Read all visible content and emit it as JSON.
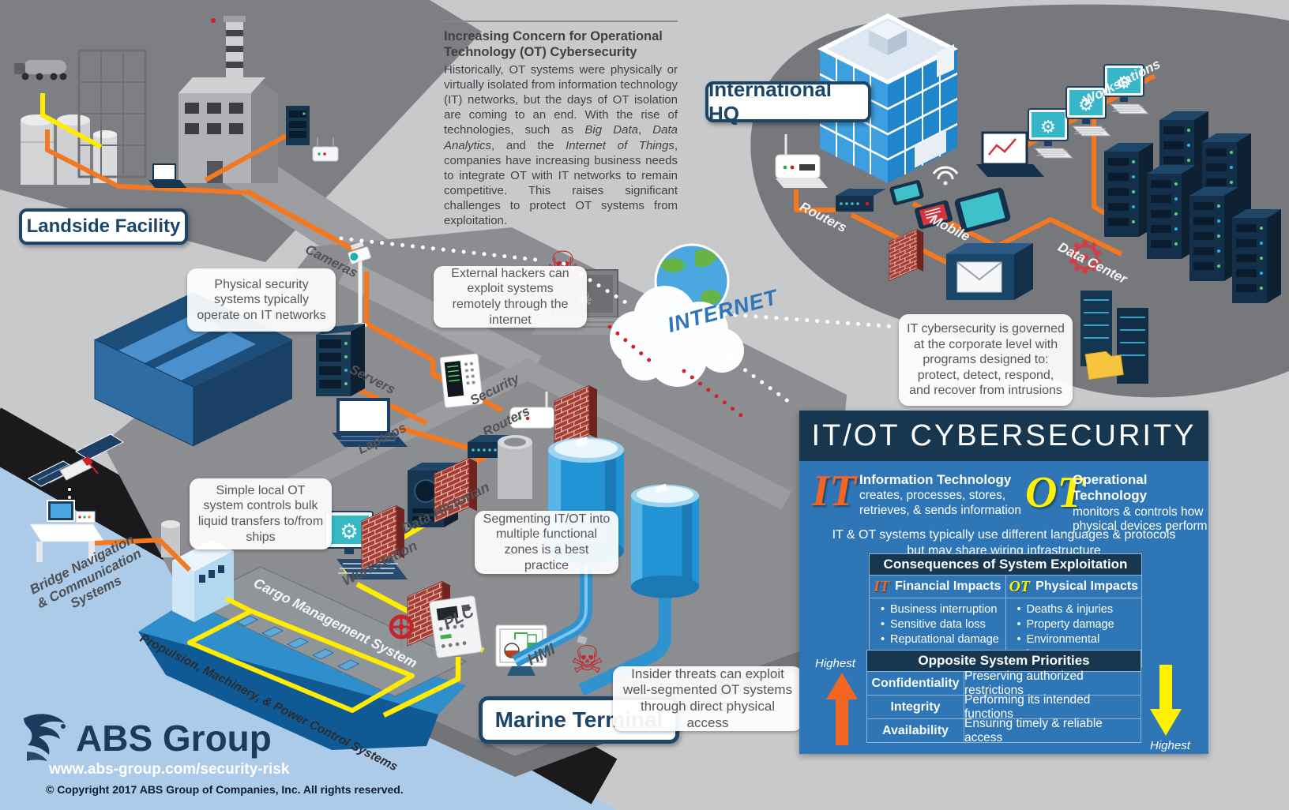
{
  "regions": {
    "landside_label": "Landside Facility",
    "hq_label": "International HQ",
    "marine_label": "Marine Terminal"
  },
  "intro": {
    "title": "Increasing Concern for Operational Technology (OT) Cybersecurity",
    "body_1": "Historically, OT systems were physically or virtually isolated from information technology (IT) networks, but the days of OT isolation are coming to an end.  With the rise of technologies, such as ",
    "body_italic_1": "Big Data",
    "body_2": ", ",
    "body_italic_2": "Data Analytics",
    "body_3": ", and the ",
    "body_italic_3": "Internet of Things",
    "body_4": ", companies have increasing business needs to integrate OT with IT networks to remain competitive.  This raises significant challenges to protect OT systems from exploitation."
  },
  "callouts": {
    "physical_security": "Physical security systems typically operate on IT networks",
    "external_hackers": "External hackers can exploit systems remotely through the internet",
    "local_ot": "Simple local OT system controls bulk liquid transfers to/from ships",
    "segmenting": "Segmenting IT/OT into multiple functional zones is a best practice",
    "insider": "Insider threats can exploit well-segmented OT systems through direct physical access",
    "it_governance": "IT cybersecurity is governed at the corporate level with programs designed to: protect, detect, respond, and recover from intrusions"
  },
  "labels": {
    "cameras": "Cameras",
    "servers": "Servers",
    "security": "Security",
    "routers_marine": "Routers",
    "laptops": "Laptops",
    "data_historian": "Data Historian",
    "workstation": "Workstation",
    "plc": "PLC",
    "hmi": "HMI",
    "routers_hq": "Routers",
    "mobile": "Mobile",
    "workstations_hq": "Workstations",
    "data_center": "Data Center",
    "internet": "INTERNET",
    "cargo": "Cargo Management System",
    "propulsion": "Propulsion, Machinery, & Power Control Systems",
    "bridge_nav": "Bridge Navigation & Communication Systems"
  },
  "panel": {
    "title": "IT/OT CYBERSECURITY",
    "it_abbr": "IT",
    "it_title": "Information Technology",
    "it_desc": "creates, processes, stores, retrieves, & sends information",
    "ot_abbr": "OT",
    "ot_title": "Operational Technology",
    "ot_desc": "monitors & controls how physical devices perform",
    "shared_note": "IT & OT systems typically use different languages & protocols but may share wiring infrastructure",
    "consequences": {
      "header": "Consequences of System Exploitation",
      "col_it_label": "Financial Impacts",
      "col_ot_label": "Physical Impacts",
      "it_items": [
        "Business interruption",
        "Sensitive data loss",
        "Reputational damage"
      ],
      "ot_items": [
        "Deaths & injuries",
        "Property damage",
        "Environmental impacts"
      ]
    },
    "priorities": {
      "header": "Opposite System Priorities",
      "rows": [
        {
          "term": "Confidentiality",
          "desc": "Preserving authorized restrictions"
        },
        {
          "term": "Integrity",
          "desc": "Performing its intended functions"
        },
        {
          "term": "Availability",
          "desc": "Ensuring timely & reliable access"
        }
      ],
      "left_arrow_label": "Highest",
      "right_arrow_label": "Highest"
    }
  },
  "footer": {
    "brand": "ABS Group",
    "url": "www.abs-group.com/security-risk",
    "copyright": "© Copyright 2017 ABS Group of Companies, Inc. All rights reserved."
  },
  "icons": {
    "gear_glyph": "⚙",
    "skull_glyph": "☠"
  },
  "colors": {
    "it_orange": "#F26522",
    "ot_yellow": "#FFF200",
    "panel_blue": "#2E76B6",
    "header_navy": "#16374F",
    "line_orange": "#F4781F",
    "line_yellow": "#FFEC00",
    "water_blue": "#ABCBE9"
  }
}
